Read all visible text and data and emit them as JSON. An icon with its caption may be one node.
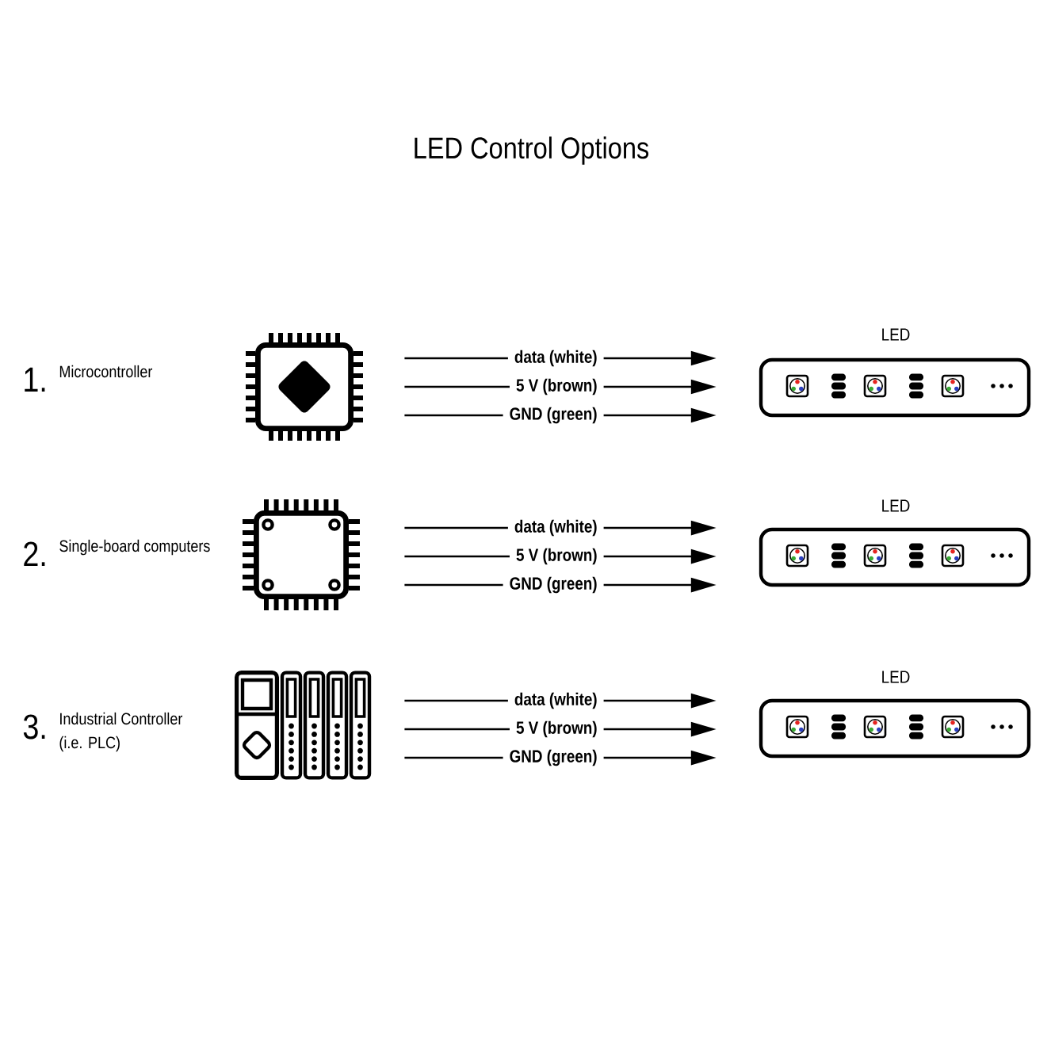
{
  "diagram": {
    "title": "LED Control Options",
    "nodes": [
      {
        "text": [],
        "shape": "picture",
        "beside": [
          "1.",
          "Microcontroller"
        ]
      },
      {
        "text": [
          "LED"
        ]
      },
      {
        "text": [],
        "shape": "picture",
        "beside": [
          "2.",
          "Single-board computers"
        ]
      },
      {
        "text": [
          "LED"
        ]
      },
      {
        "text": [],
        "shape": "picture",
        "beside": [
          "3.",
          "Industrial Controller",
          "(i.e. PLC)"
        ]
      },
      {
        "text": [
          "LED"
        ]
      }
    ],
    "edges": [
      {
        "from": 0,
        "to": 1,
        "arrow": "to",
        "label": "data (white)"
      },
      {
        "from": 0,
        "to": 1,
        "arrow": "to",
        "label": "5 V (brown)"
      },
      {
        "from": 0,
        "to": 1,
        "arrow": "to",
        "label": "GND (green)"
      },
      {
        "from": 2,
        "to": 3,
        "arrow": "to",
        "label": "data (white)"
      },
      {
        "from": 2,
        "to": 3,
        "arrow": "to",
        "label": "5 V (brown)"
      },
      {
        "from": 2,
        "to": 3,
        "arrow": "to",
        "label": "GND (green)"
      },
      {
        "from": 4,
        "to": 5,
        "arrow": "to",
        "label": "data (white)"
      },
      {
        "from": 4,
        "to": 5,
        "arrow": "to",
        "label": "5 V (brown)"
      },
      {
        "from": 4,
        "to": 5,
        "arrow": "to",
        "label": "GND (green)"
      }
    ]
  }
}
